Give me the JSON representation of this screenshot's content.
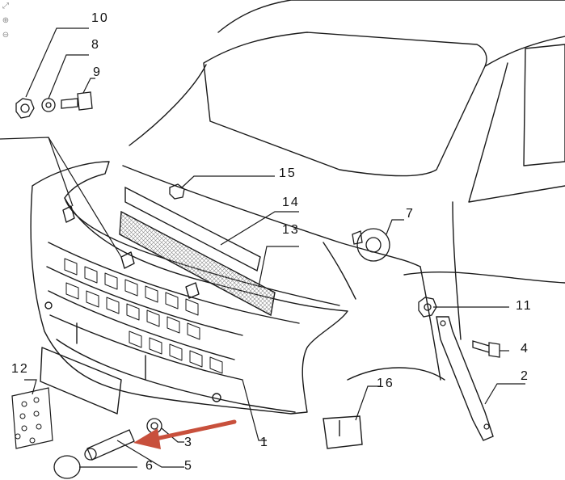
{
  "callouts": {
    "c1": "1",
    "c2": "2",
    "c3": "3",
    "c4": "4",
    "c5": "5",
    "c6": "6",
    "c7": "7",
    "c8": "8",
    "c9": "9",
    "c10": "10",
    "c11": "11",
    "c12": "12",
    "c13": "13",
    "c14": "14",
    "c15": "15",
    "c16": "16"
  },
  "viewer_controls": {
    "fit": "⤢",
    "zoom_in": "⊕",
    "zoom_out": "⊖"
  },
  "colors": {
    "line": "#1a1a1a",
    "arrow": "#c8503c",
    "grille": "#888888"
  }
}
